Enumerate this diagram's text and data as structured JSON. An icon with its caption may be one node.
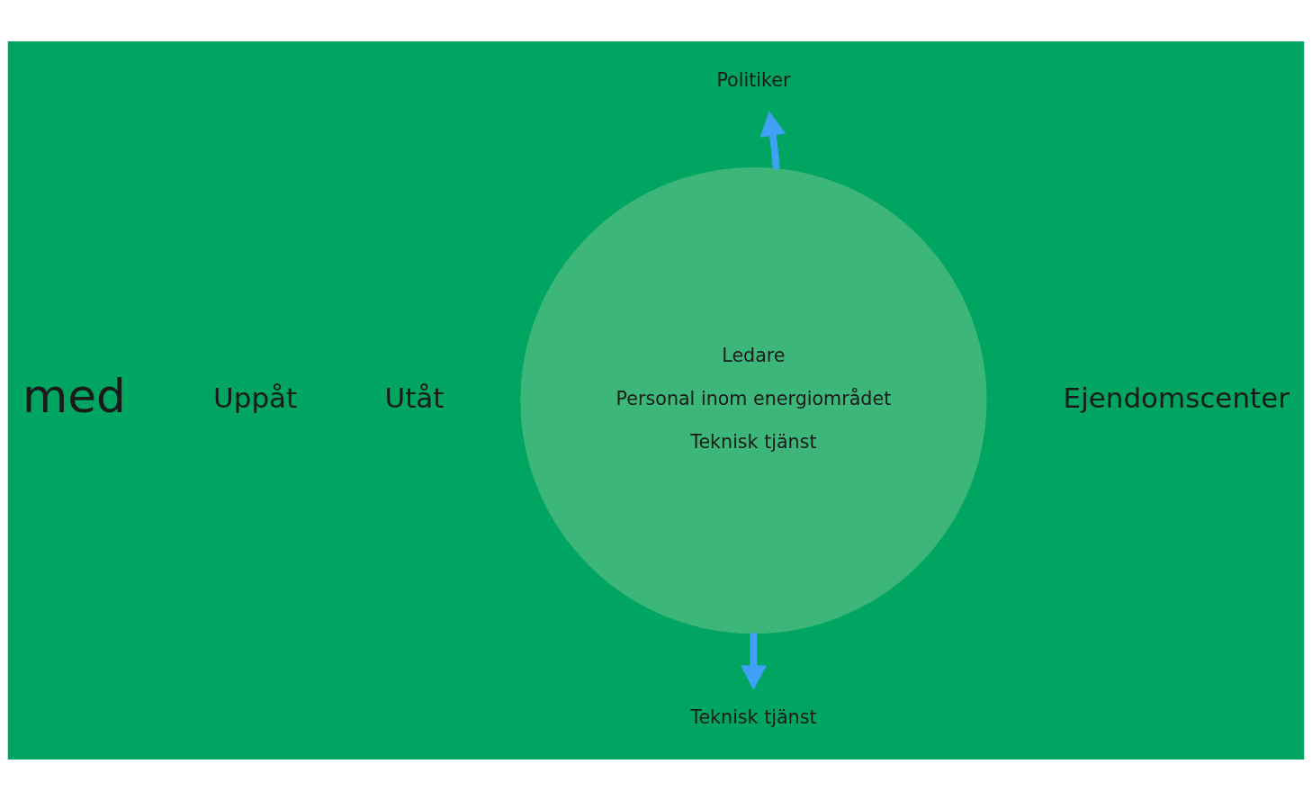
{
  "diagram": {
    "nodes": [
      {
        "text": [
          "Ledare",
          "Personal inom energiområdet",
          "Teknisk tjänst"
        ]
      },
      {
        "text": [
          "Politiker"
        ]
      },
      {
        "text": [
          "Teknisk tjänst"
        ]
      }
    ],
    "edges": [
      {
        "from": 0,
        "to": 1,
        "arrow": "to"
      },
      {
        "from": 0,
        "to": 2,
        "arrow": "to"
      }
    ],
    "labels": [
      "med",
      "Uppåt",
      "Utåt",
      "Ejendomscenter"
    ]
  }
}
